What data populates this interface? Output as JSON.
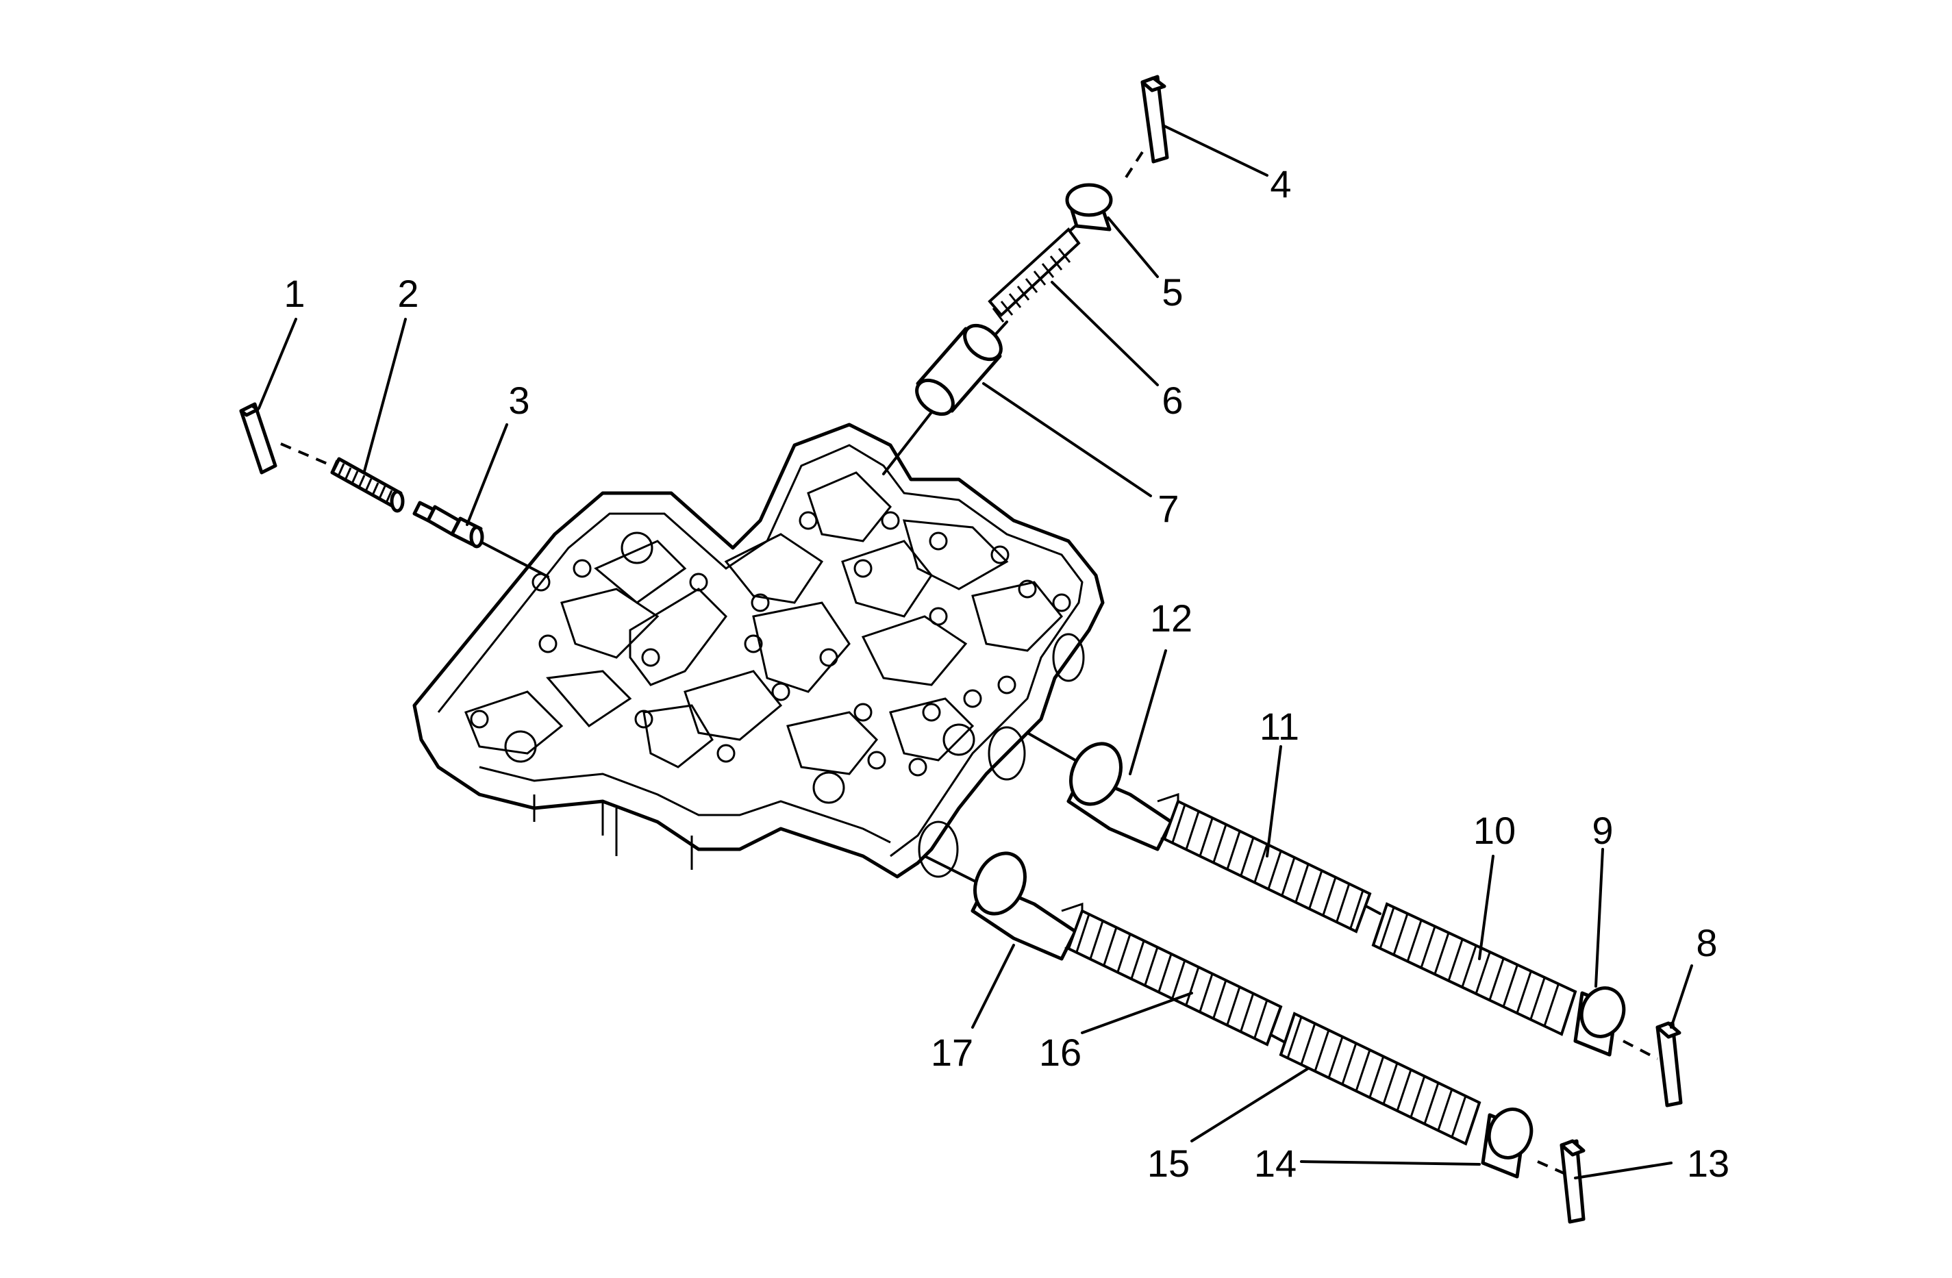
{
  "callouts": [
    "1",
    "2",
    "3",
    "4",
    "5",
    "6",
    "7",
    "8",
    "9",
    "10",
    "11",
    "12",
    "13",
    "14",
    "15",
    "16",
    "17"
  ]
}
